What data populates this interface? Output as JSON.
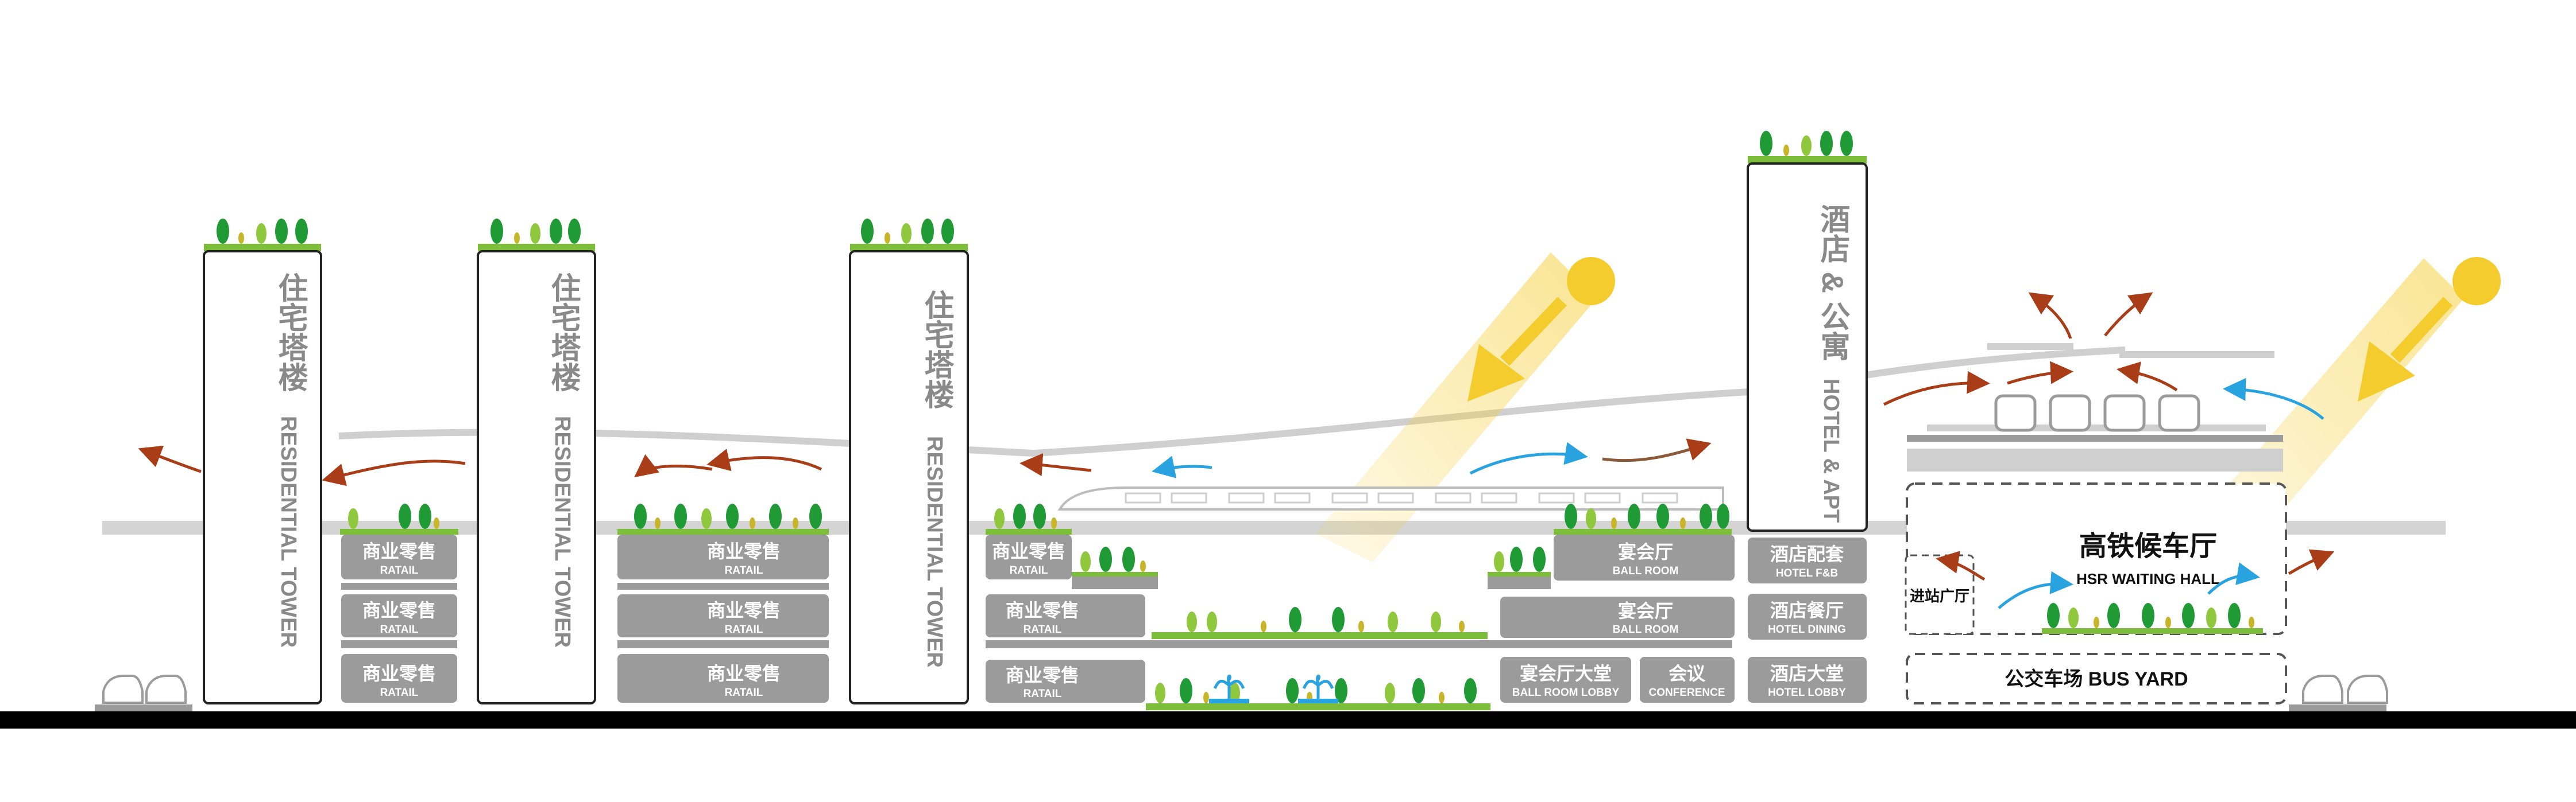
{
  "towers": [
    {
      "cn": "住宅塔楼",
      "en": "RESIDENTIAL TOWER"
    },
    {
      "cn": "住宅塔楼",
      "en": "RESIDENTIAL TOWER"
    },
    {
      "cn": "住宅塔楼",
      "en": "RESIDENTIAL TOWER"
    }
  ],
  "hotel_tower": {
    "cn": "酒店 & 公寓",
    "en": "HOTEL & APT"
  },
  "retail": {
    "cn": "商业零售",
    "en": "RATAIL"
  },
  "ballroom": {
    "cn": "宴会厅",
    "en": "BALL ROOM"
  },
  "ballroom_lobby": {
    "cn": "宴会厅大堂",
    "en": "BALL ROOM LOBBY"
  },
  "conference": {
    "cn": "会议",
    "en": "CONFERENCE"
  },
  "hotel_fb": {
    "cn": "酒店配套",
    "en": "HOTEL F&B"
  },
  "hotel_dining": {
    "cn": "酒店餐厅",
    "en": "HOTEL DINING"
  },
  "hotel_lobby": {
    "cn": "酒店大堂",
    "en": "HOTEL LOBBY"
  },
  "hsr_hall": {
    "cn": "高铁候车厅",
    "en": "HSR WAITING HALL"
  },
  "entrance_hall": {
    "cn": "进站广厅"
  },
  "bus_yard": {
    "cn": "公交车场",
    "en": "BUS YARD"
  },
  "colors": {
    "box_gray": "#9b9b9b",
    "light_gray": "#cfcfcf",
    "green_roof": "#7cbd3a",
    "tree_dark": "#1f9a35",
    "tree_light": "#8fc83c",
    "tree_yellow": "#c9b52a",
    "sun": "#f5cc2e",
    "arrow_brown": "#a83d17",
    "arrow_blue": "#29a3e0",
    "ground": "#000000"
  },
  "icons": [
    "sun-icon",
    "tree-icon",
    "car-icon",
    "train-icon",
    "fountain-icon",
    "wind-arrow-icon"
  ]
}
